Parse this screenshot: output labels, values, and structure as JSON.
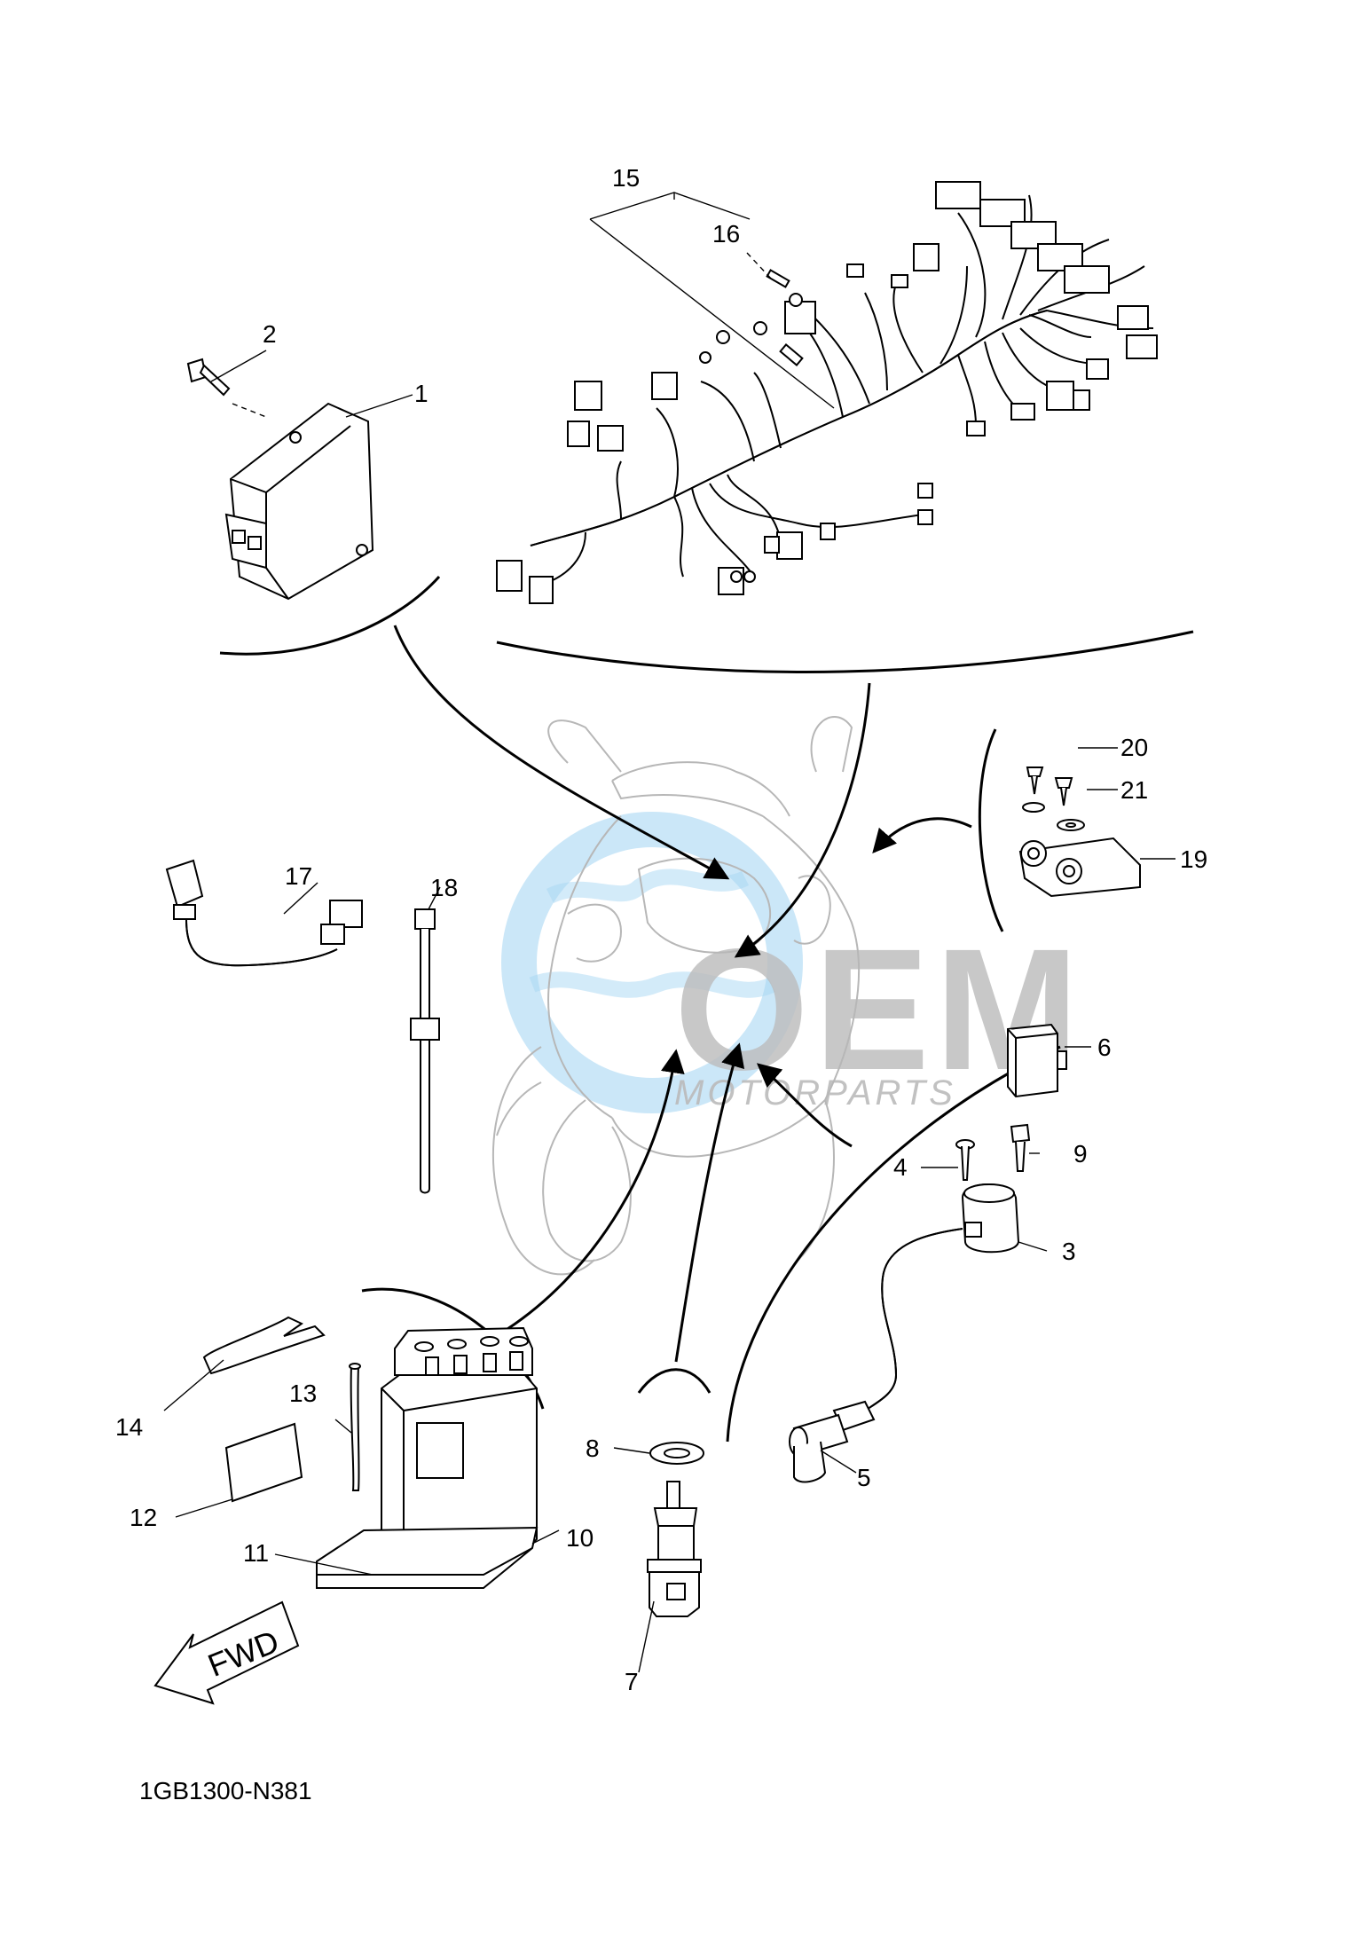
{
  "callouts": [
    "1",
    "2",
    "3",
    "4",
    "5",
    "6",
    "7",
    "8",
    "9",
    "10",
    "11",
    "12",
    "13",
    "14",
    "15",
    "16",
    "17",
    "18",
    "19",
    "20",
    "21"
  ],
  "fwd_label": "FWD",
  "diagram_code": "1GB1300-N381",
  "watermark": {
    "brand": "OEM",
    "sub": "MOTORPARTS",
    "colors": {
      "blue": "#9ed2f2",
      "grey": "#b3b3b3"
    }
  }
}
